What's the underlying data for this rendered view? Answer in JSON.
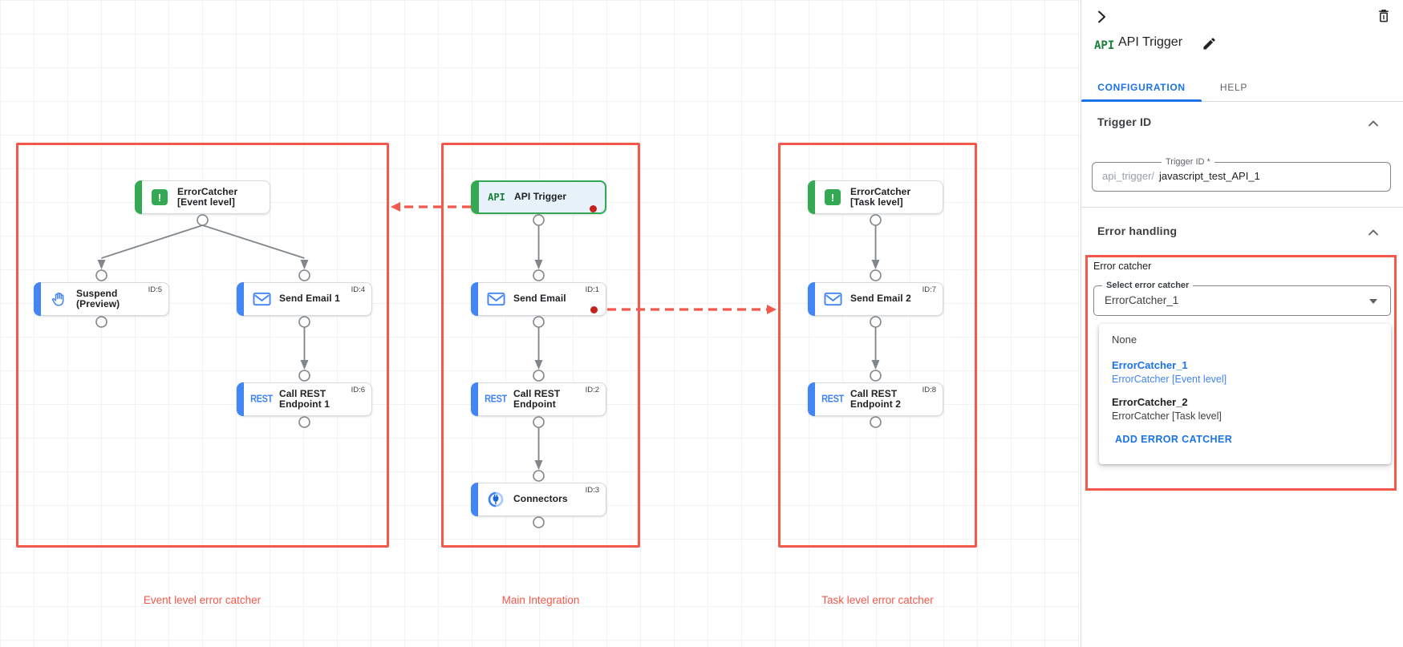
{
  "colors": {
    "annotation_red": "#f4584a",
    "status_dot_red": "#c5221f",
    "task_blue": "#4285f4",
    "trigger_green": "#34a853",
    "link_blue": "#1a73e8"
  },
  "canvas": {
    "group_labels": [
      "Event level error catcher",
      "Main Integration",
      "Task level error catcher"
    ],
    "icon_labels": {
      "api": "API",
      "rest": "REST",
      "error": "!"
    },
    "nodes": [
      {
        "line1": "ErrorCatcher",
        "line2": "[Event level]",
        "id_label": ""
      },
      {
        "line1": "Suspend",
        "line2": "(Preview)",
        "id_label": "ID:5"
      },
      {
        "line1": "Send Email 1",
        "line2": "",
        "id_label": "ID:4"
      },
      {
        "line1": "Call REST",
        "line2": "Endpoint 1",
        "id_label": "ID:6"
      },
      {
        "line1": "API Trigger",
        "line2": "",
        "id_label": ""
      },
      {
        "line1": "Send Email",
        "line2": "",
        "id_label": "ID:1"
      },
      {
        "line1": "Call REST",
        "line2": "Endpoint",
        "id_label": "ID:2"
      },
      {
        "line1": "Connectors",
        "line2": "",
        "id_label": "ID:3"
      },
      {
        "line1": "ErrorCatcher",
        "line2": "[Task level]",
        "id_label": ""
      },
      {
        "line1": "Send Email 2",
        "line2": "",
        "id_label": "ID:7"
      },
      {
        "line1": "Call REST",
        "line2": "Endpoint 2",
        "id_label": "ID:8"
      }
    ]
  },
  "panel": {
    "title": "API Trigger",
    "tabs": {
      "configuration": "CONFIGURATION",
      "help": "HELP"
    },
    "trigger_id": {
      "section_title": "Trigger ID",
      "field_label": "Trigger ID *",
      "prefix": "api_trigger/",
      "value": "javascript_test_API_1"
    },
    "error_handling": {
      "section_title": "Error handling",
      "group_label": "Error catcher",
      "select_label": "Select error catcher",
      "select_value": "ErrorCatcher_1",
      "menu": {
        "none": "None",
        "option1_name": "ErrorCatcher_1",
        "option1_desc": "ErrorCatcher [Event level]",
        "option2_name": "ErrorCatcher_2",
        "option2_desc": "ErrorCatcher [Task level]",
        "add_button": "ADD ERROR CATCHER"
      }
    }
  }
}
